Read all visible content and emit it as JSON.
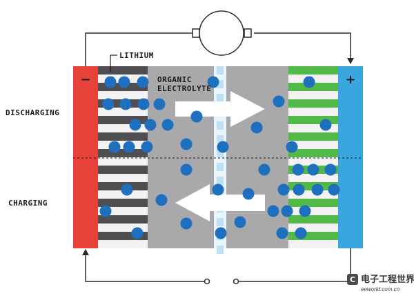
{
  "labels": {
    "lithium": "LITHIUM",
    "electrolyte_line1": "ORGANIC",
    "electrolyte_line2": "ELECTROLYTE",
    "discharging": "DISCHARGING",
    "charging": "CHARGING",
    "negative": "−",
    "positive": "+"
  },
  "watermark": {
    "logo_text": "电子工程世界",
    "url_text": "eeworld.com.cn"
  },
  "colors": {
    "negative_terminal": "#e8433a",
    "positive_terminal": "#3aa6e0",
    "anode_stripe": "#4f4f52",
    "cathode_stripe": "#52b847",
    "electrolyte": "#a9a9ac",
    "separator": "#bfe0f5",
    "lithium_ion": "#1f6fbf",
    "arrow": "#ffffff",
    "wire": "#2b2b2b"
  },
  "icons": {
    "load": "motor-circle-icon",
    "flow_right": "arrow-right-icon",
    "flow_left": "arrow-left-icon",
    "switch": "open-switch-icon"
  }
}
